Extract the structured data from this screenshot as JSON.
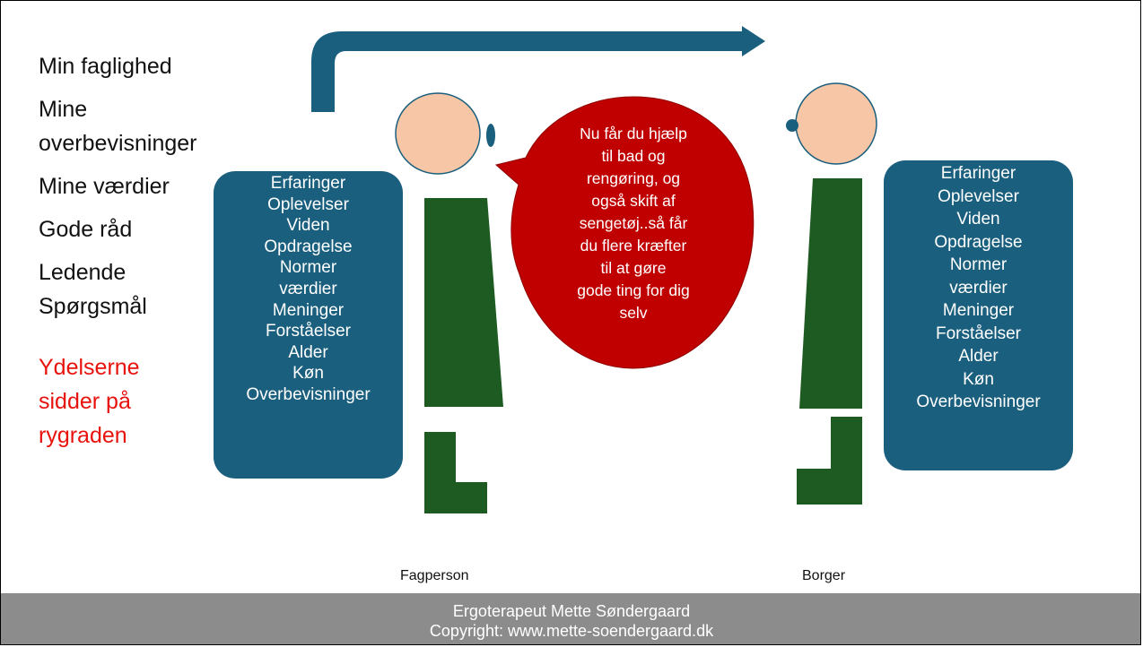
{
  "left_list": {
    "items": [
      "Min faglighed",
      "Mine overbevisninger",
      "Mine værdier",
      "Gode råd",
      "Ledende Spørgsmål"
    ],
    "highlight_lines": [
      "Ydelserne",
      "sidder på",
      "rygraden"
    ],
    "highlight_color": "#e8120c"
  },
  "box_left": {
    "lines": [
      "Erfaringer",
      "Oplevelser",
      "Viden",
      "Opdragelse",
      "Normer",
      "værdier",
      "Meninger",
      "Forståelser",
      "Alder",
      "Køn",
      "Overbevisninger"
    ]
  },
  "box_right": {
    "lines": [
      "Erfaringer",
      "Oplevelser",
      "Viden",
      "Opdragelse",
      "Normer",
      "værdier",
      "Meninger",
      "Forståelser",
      "Alder",
      "Køn",
      "Overbevisninger"
    ]
  },
  "speech_bubble": {
    "lines": [
      "Nu får du hjælp",
      "til bad og",
      "rengøring, og",
      "også skift af",
      "sengetøj..så får",
      "du flere kræfter",
      "til at gøre",
      "gode ting for dig",
      "selv"
    ],
    "color": "#c00000"
  },
  "captions": {
    "left": "Fagperson",
    "right": "Borger"
  },
  "footer": {
    "line1": "Ergoterapeut Mette Søndergaard",
    "line2": "Copyright:  www.mette-soendergaard.dk"
  },
  "colors": {
    "box_blue": "#1a5f7e",
    "head": "#f6c6a6",
    "body_green": "#1e5b22",
    "arrow_blue": "#1a5f7e"
  }
}
